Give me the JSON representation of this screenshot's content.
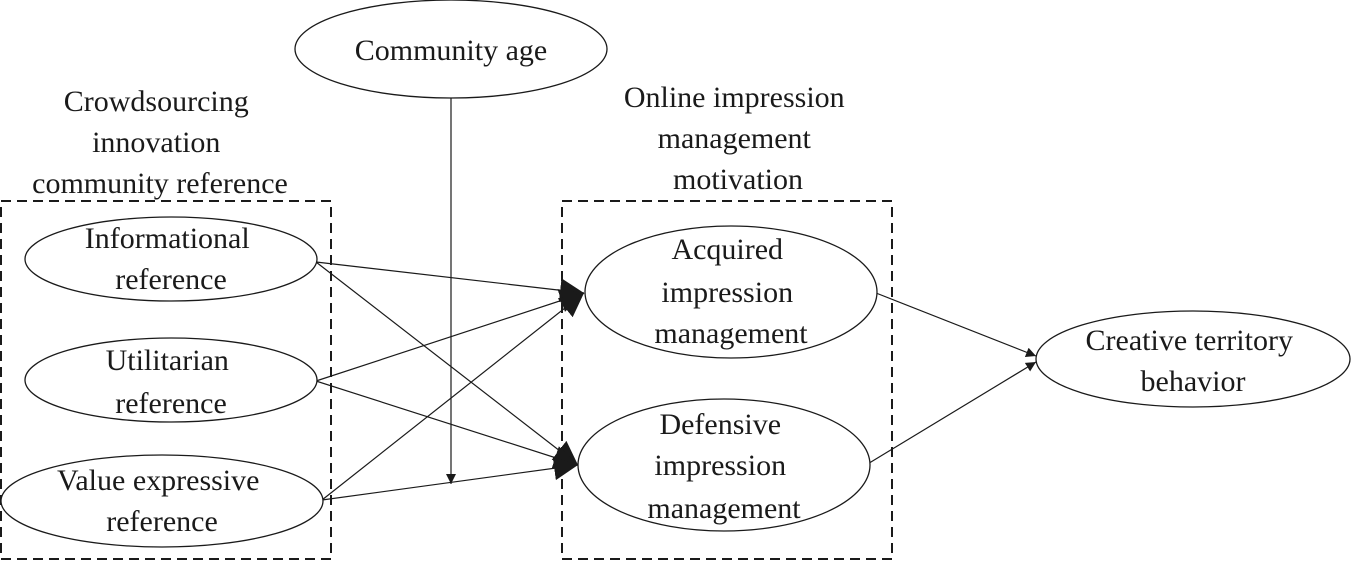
{
  "groups": {
    "community_reference": {
      "title_lines": [
        "Crowdsourcing",
        "innovation",
        "community reference"
      ]
    },
    "impression_motivation": {
      "title_lines": [
        "Online impression",
        "management",
        "motivation"
      ]
    }
  },
  "nodes": {
    "community_age": {
      "lines": [
        "Community age"
      ]
    },
    "informational": {
      "lines": [
        "Informational",
        "reference"
      ]
    },
    "utilitarian": {
      "lines": [
        "Utilitarian",
        "reference"
      ]
    },
    "value_expressive": {
      "lines": [
        "Value expressive",
        "reference"
      ]
    },
    "acquired": {
      "lines": [
        "Acquired",
        "impression",
        "management"
      ]
    },
    "defensive": {
      "lines": [
        "Defensive",
        "impression",
        "management"
      ]
    },
    "creative": {
      "lines": [
        "Creative territory",
        "behavior"
      ]
    }
  },
  "edges": [
    {
      "from": "informational",
      "to": "acquired"
    },
    {
      "from": "informational",
      "to": "defensive"
    },
    {
      "from": "utilitarian",
      "to": "acquired"
    },
    {
      "from": "utilitarian",
      "to": "defensive"
    },
    {
      "from": "value_expressive",
      "to": "acquired"
    },
    {
      "from": "value_expressive",
      "to": "defensive"
    },
    {
      "from": "acquired",
      "to": "creative"
    },
    {
      "from": "defensive",
      "to": "creative"
    },
    {
      "from": "community_age",
      "to": "moderation_point"
    }
  ]
}
